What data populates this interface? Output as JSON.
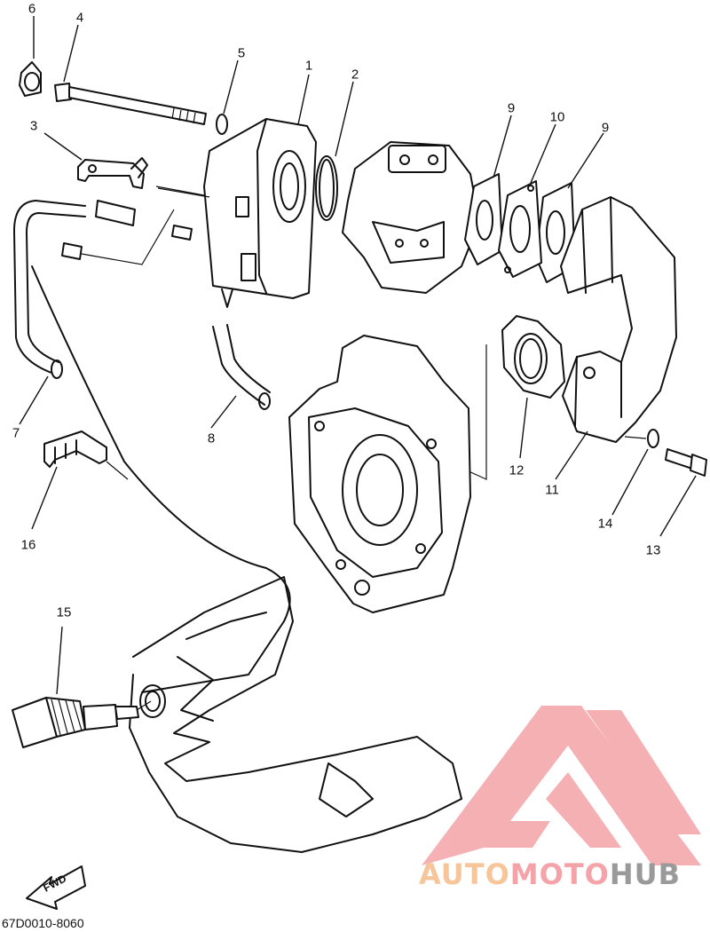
{
  "diagram": {
    "callouts": [
      "1",
      "2",
      "3",
      "4",
      "5",
      "6",
      "7",
      "8",
      "9",
      "9",
      "10",
      "11",
      "12",
      "13",
      "14",
      "15",
      "16"
    ],
    "fwd_label": "FWD",
    "document_number": "67D0010-8060"
  },
  "watermark": {
    "part1": "AUTO",
    "part2": "MOTO",
    "part3": "HUB",
    "colors": {
      "auto": "#f6c59a",
      "moto": "#f4a3a8",
      "hub": "#9a9a9a",
      "logo": "#f4a3a8"
    }
  }
}
